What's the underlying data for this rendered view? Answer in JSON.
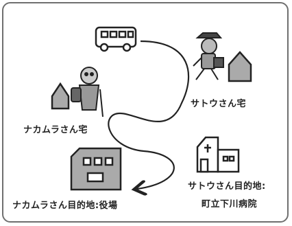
{
  "labels": {
    "sato_home": "サトウさん宅",
    "nakamura_home": "ナカムラさん宅",
    "sato_destination_line1": "サトウさん目的地:",
    "sato_destination_line2": "町立下川病院",
    "nakamura_destination": "ナカムラさん目的地:役場"
  },
  "icons": {
    "bus": "bus-icon",
    "walking_man": "walking-man-icon",
    "elderly_woman": "elderly-woman-icon",
    "house": "house-icon",
    "hospital": "hospital-icon",
    "town_office": "town-office-icon"
  },
  "colors": {
    "stroke": "#222222",
    "fill_gray": "#a8a8a8",
    "frame": "#6f6f6f"
  }
}
